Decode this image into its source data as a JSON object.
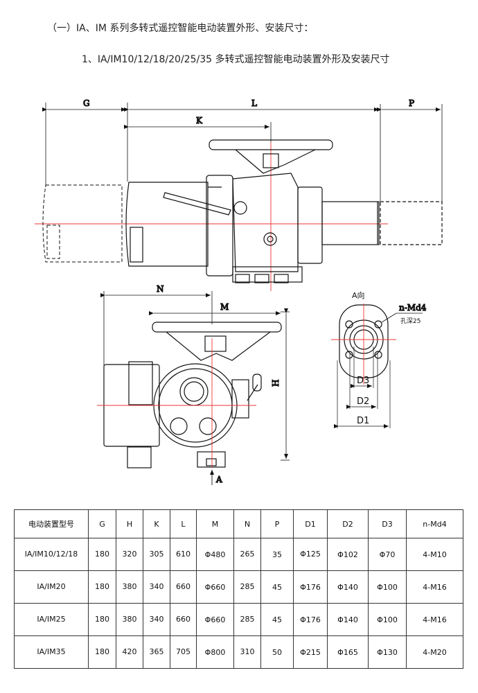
{
  "headings": {
    "section": "（一）IA、IM 系列多转式遥控智能电动装置外形、安装尺寸：",
    "sub": "1、IA/IM10/12/18/20/25/35 多转式遥控智能电动装置外形及安装尺寸"
  },
  "drawing": {
    "dims": {
      "G": "G",
      "L": "L",
      "P": "P",
      "K": "K",
      "N": "N",
      "M": "M",
      "H": "H",
      "D1": "D1",
      "D2": "D2",
      "D3": "D3",
      "nMd": "n-Md4",
      "depth": "孔深25",
      "view_a": "A向",
      "arrow_a": "A"
    }
  },
  "table": {
    "headers": [
      "电动装置型号",
      "G",
      "H",
      "K",
      "L",
      "M",
      "N",
      "P",
      "D1",
      "D2",
      "D3",
      "n-Md4"
    ],
    "rows": [
      [
        "IA/IM10/12/18",
        "180",
        "320",
        "305",
        "610",
        "Φ480",
        "265",
        "35",
        "Φ125",
        "Φ102",
        "Φ70",
        "4-M10"
      ],
      [
        "IA/IM20",
        "180",
        "380",
        "340",
        "660",
        "Φ660",
        "285",
        "45",
        "Φ176",
        "Φ140",
        "Φ100",
        "4-M16"
      ],
      [
        "IA/IM25",
        "180",
        "380",
        "340",
        "660",
        "Φ660",
        "285",
        "45",
        "Φ176",
        "Φ140",
        "Φ100",
        "4-M16"
      ],
      [
        "IA/IM35",
        "180",
        "420",
        "365",
        "705",
        "Φ800",
        "310",
        "50",
        "Φ215",
        "Φ165",
        "Φ130",
        "4-M20"
      ]
    ]
  }
}
